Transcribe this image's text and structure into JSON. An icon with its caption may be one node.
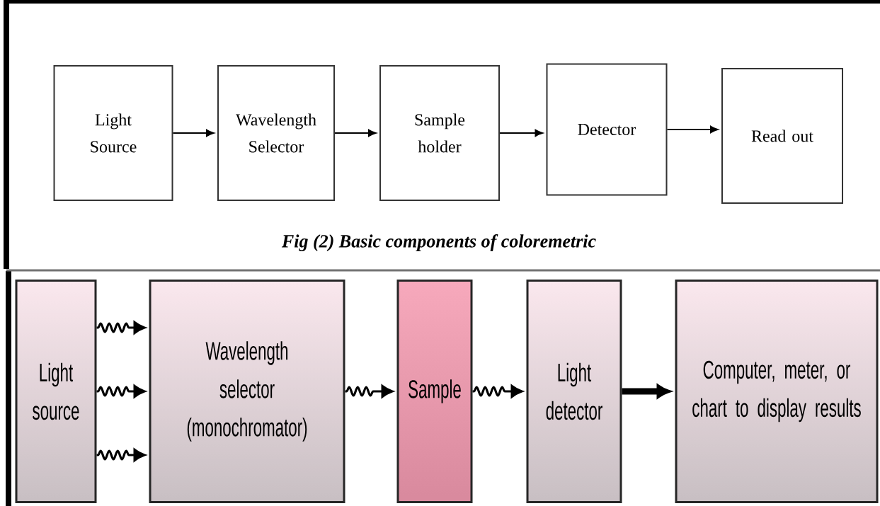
{
  "diagram": {
    "caption": "Fig (2) Basic components of coloremetric",
    "nodes": [
      {
        "text": [
          "Light Source"
        ]
      },
      {
        "text": [
          "Wavelength Selector"
        ]
      },
      {
        "text": [
          "Sample holder"
        ]
      },
      {
        "text": [
          "Detector"
        ]
      },
      {
        "text": [
          "Read out"
        ]
      },
      {
        "text": [
          "Light source"
        ]
      },
      {
        "text": [
          "Wavelength selector (monochromator)"
        ]
      },
      {
        "text": [
          "Sample"
        ]
      },
      {
        "text": [
          "Light detector"
        ]
      },
      {
        "text": [
          "Computer, meter, or chart to display results"
        ]
      }
    ],
    "edges": [
      {
        "from": 0,
        "to": 1,
        "arrow": "to"
      },
      {
        "from": 1,
        "to": 2,
        "arrow": "to"
      },
      {
        "from": 2,
        "to": 3,
        "arrow": "to"
      },
      {
        "from": 3,
        "to": 4,
        "arrow": "to"
      },
      {
        "from": 5,
        "to": 6,
        "arrow": "to"
      },
      {
        "from": 5,
        "to": 6,
        "arrow": "to"
      },
      {
        "from": 5,
        "to": 6,
        "arrow": "to"
      },
      {
        "from": 6,
        "to": 7,
        "arrow": "to"
      },
      {
        "from": 7,
        "to": 8,
        "arrow": "to"
      },
      {
        "from": 8,
        "to": 9,
        "arrow": "to",
        "style": "thick"
      }
    ]
  }
}
